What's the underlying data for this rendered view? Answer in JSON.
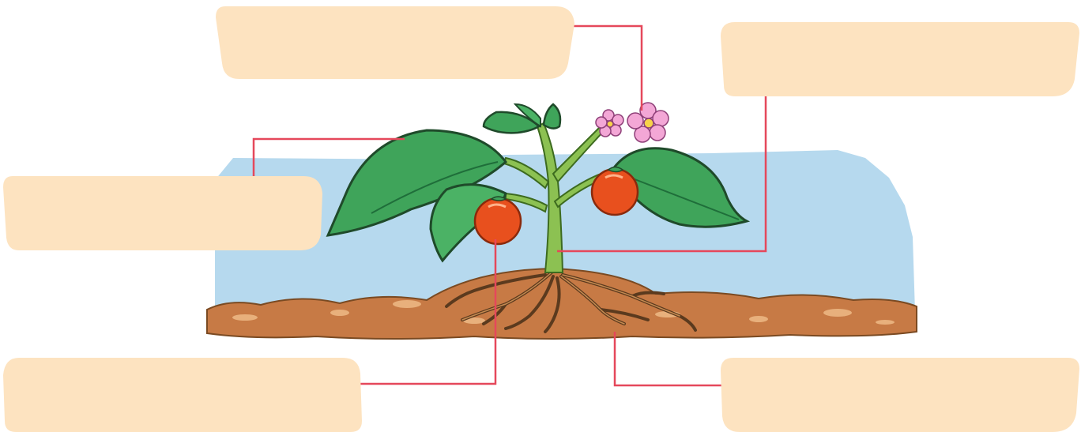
{
  "diagram": {
    "subject": "plant-parts",
    "colors": {
      "label_fill": "#FDE3C0",
      "connector": "#E5485B",
      "sky": "#B6D9EE",
      "soil": "#C77A45",
      "leaf": "#3FA45A",
      "leaf_dark": "#1F6E3A",
      "stem": "#8CC152",
      "fruit": "#E8501E",
      "flower": "#F3A7D6",
      "root": "#8B5A2B"
    },
    "labels": [
      {
        "id": "flower",
        "text": ""
      },
      {
        "id": "stem",
        "text": ""
      },
      {
        "id": "leaf",
        "text": ""
      },
      {
        "id": "fruit",
        "text": ""
      },
      {
        "id": "root",
        "text": ""
      }
    ]
  }
}
